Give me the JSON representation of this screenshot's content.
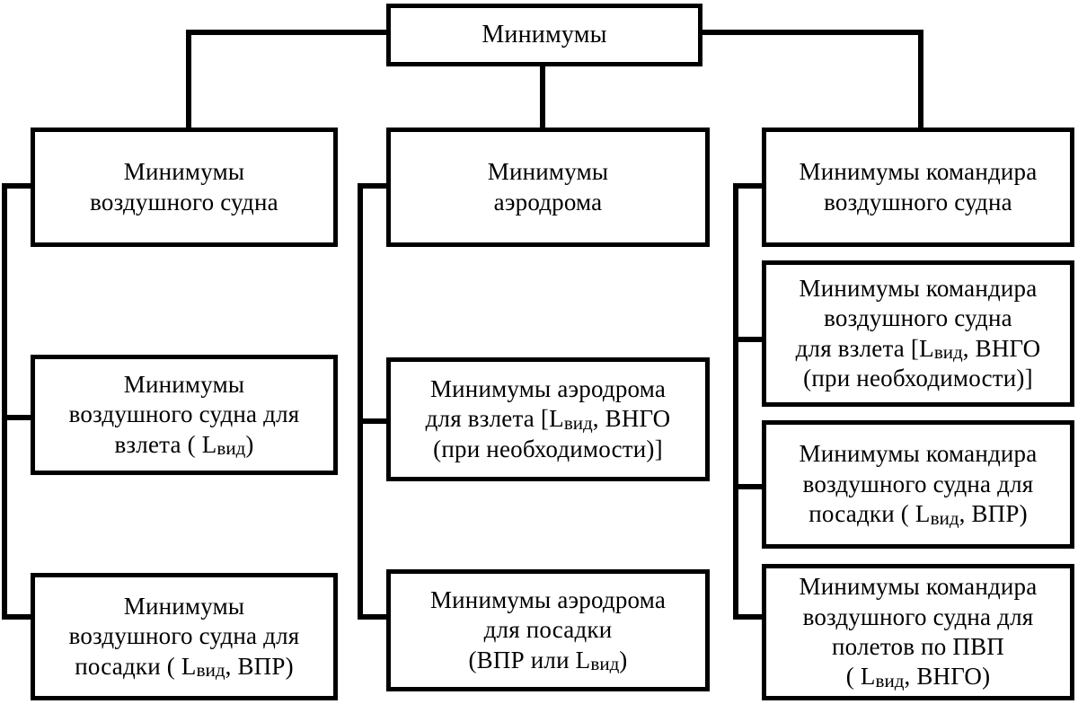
{
  "diagram": {
    "title": "Минимумы",
    "type": "hierarchy-tree",
    "orientation": "top-down-then-left-spine",
    "colors": {
      "line": "#000000",
      "box_fill": "#ffffff",
      "text": "#000000"
    },
    "root": {
      "label": "Минимумы"
    },
    "columns": [
      {
        "key": "aircraft",
        "header": {
          "label": "Минимумы\nвоздушного судна"
        },
        "children": [
          {
            "label": "Минимумы\nвоздушного судна для\nвзлета ( Lвид)"
          },
          {
            "label": "Минимумы\nвоздушного судна для\nпосадки ( Lвид, ВПР)"
          }
        ]
      },
      {
        "key": "aerodrome",
        "header": {
          "label": "Минимумы\nаэродрома"
        },
        "children": [
          {
            "label": "Минимумы аэродрома\nдля взлета  [Lвид, ВНГО\n(при необходимости)]"
          },
          {
            "label": "Минимумы аэродрома\nдля посадки\n(ВПР или Lвид)"
          }
        ]
      },
      {
        "key": "commander",
        "header": {
          "label": "Минимумы командира\nвоздушного судна"
        },
        "children": [
          {
            "label": "Минимумы командира\nвоздушного судна\nдля взлета [Lвид, ВНГО\n(при необходимости)]"
          },
          {
            "label": "Минимумы командира\nвоздушного судна для\nпосадки ( Lвид, ВПР)"
          },
          {
            "label": "Минимумы командира\nвоздушного судна для\nполетов по ПВП\n( Lвид, ВНГО)"
          }
        ]
      }
    ]
  }
}
